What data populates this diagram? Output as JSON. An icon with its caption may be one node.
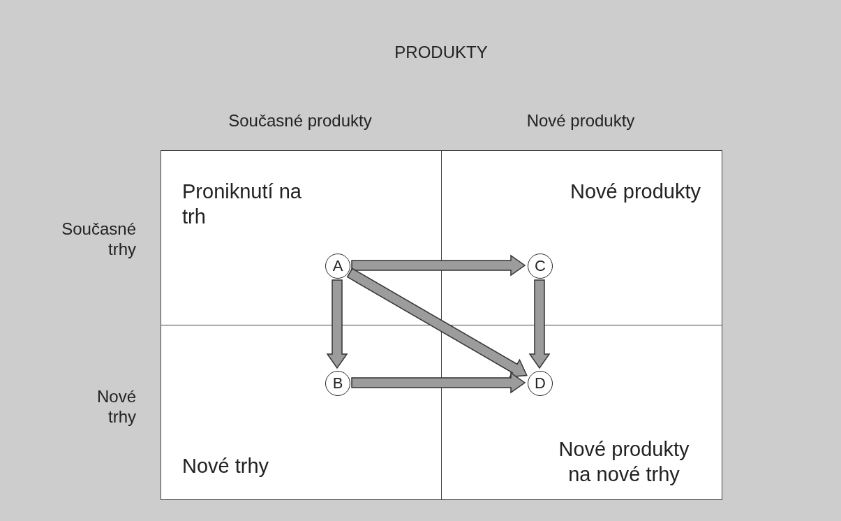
{
  "diagram": {
    "title": "PRODUKTY",
    "nodes": [
      {
        "text": [
          "Proniknutí na trh"
        ]
      },
      {
        "text": [
          "Nové produkty"
        ]
      },
      {
        "text": [
          "Nové trhy"
        ]
      },
      {
        "text": [
          "Nové produkty na nové trhy"
        ]
      },
      {
        "text": [
          "A"
        ],
        "in": 0
      },
      {
        "text": [
          "C"
        ],
        "in": 1
      },
      {
        "text": [
          "B"
        ],
        "in": 2
      },
      {
        "text": [
          "D"
        ],
        "in": 3
      }
    ],
    "edges": [
      {
        "from": 4,
        "to": 5,
        "arrow": "to",
        "style": "thick"
      },
      {
        "from": 4,
        "to": 6,
        "arrow": "to",
        "style": "thick"
      },
      {
        "from": 4,
        "to": 7,
        "arrow": "to",
        "style": "thick"
      },
      {
        "from": 5,
        "to": 7,
        "arrow": "to",
        "style": "thick"
      },
      {
        "from": 6,
        "to": 7,
        "arrow": "to",
        "style": "thick"
      }
    ],
    "labels": [
      "Současné produkty",
      "Nové produkty",
      "Současné trhy",
      "Nové trhy"
    ]
  }
}
